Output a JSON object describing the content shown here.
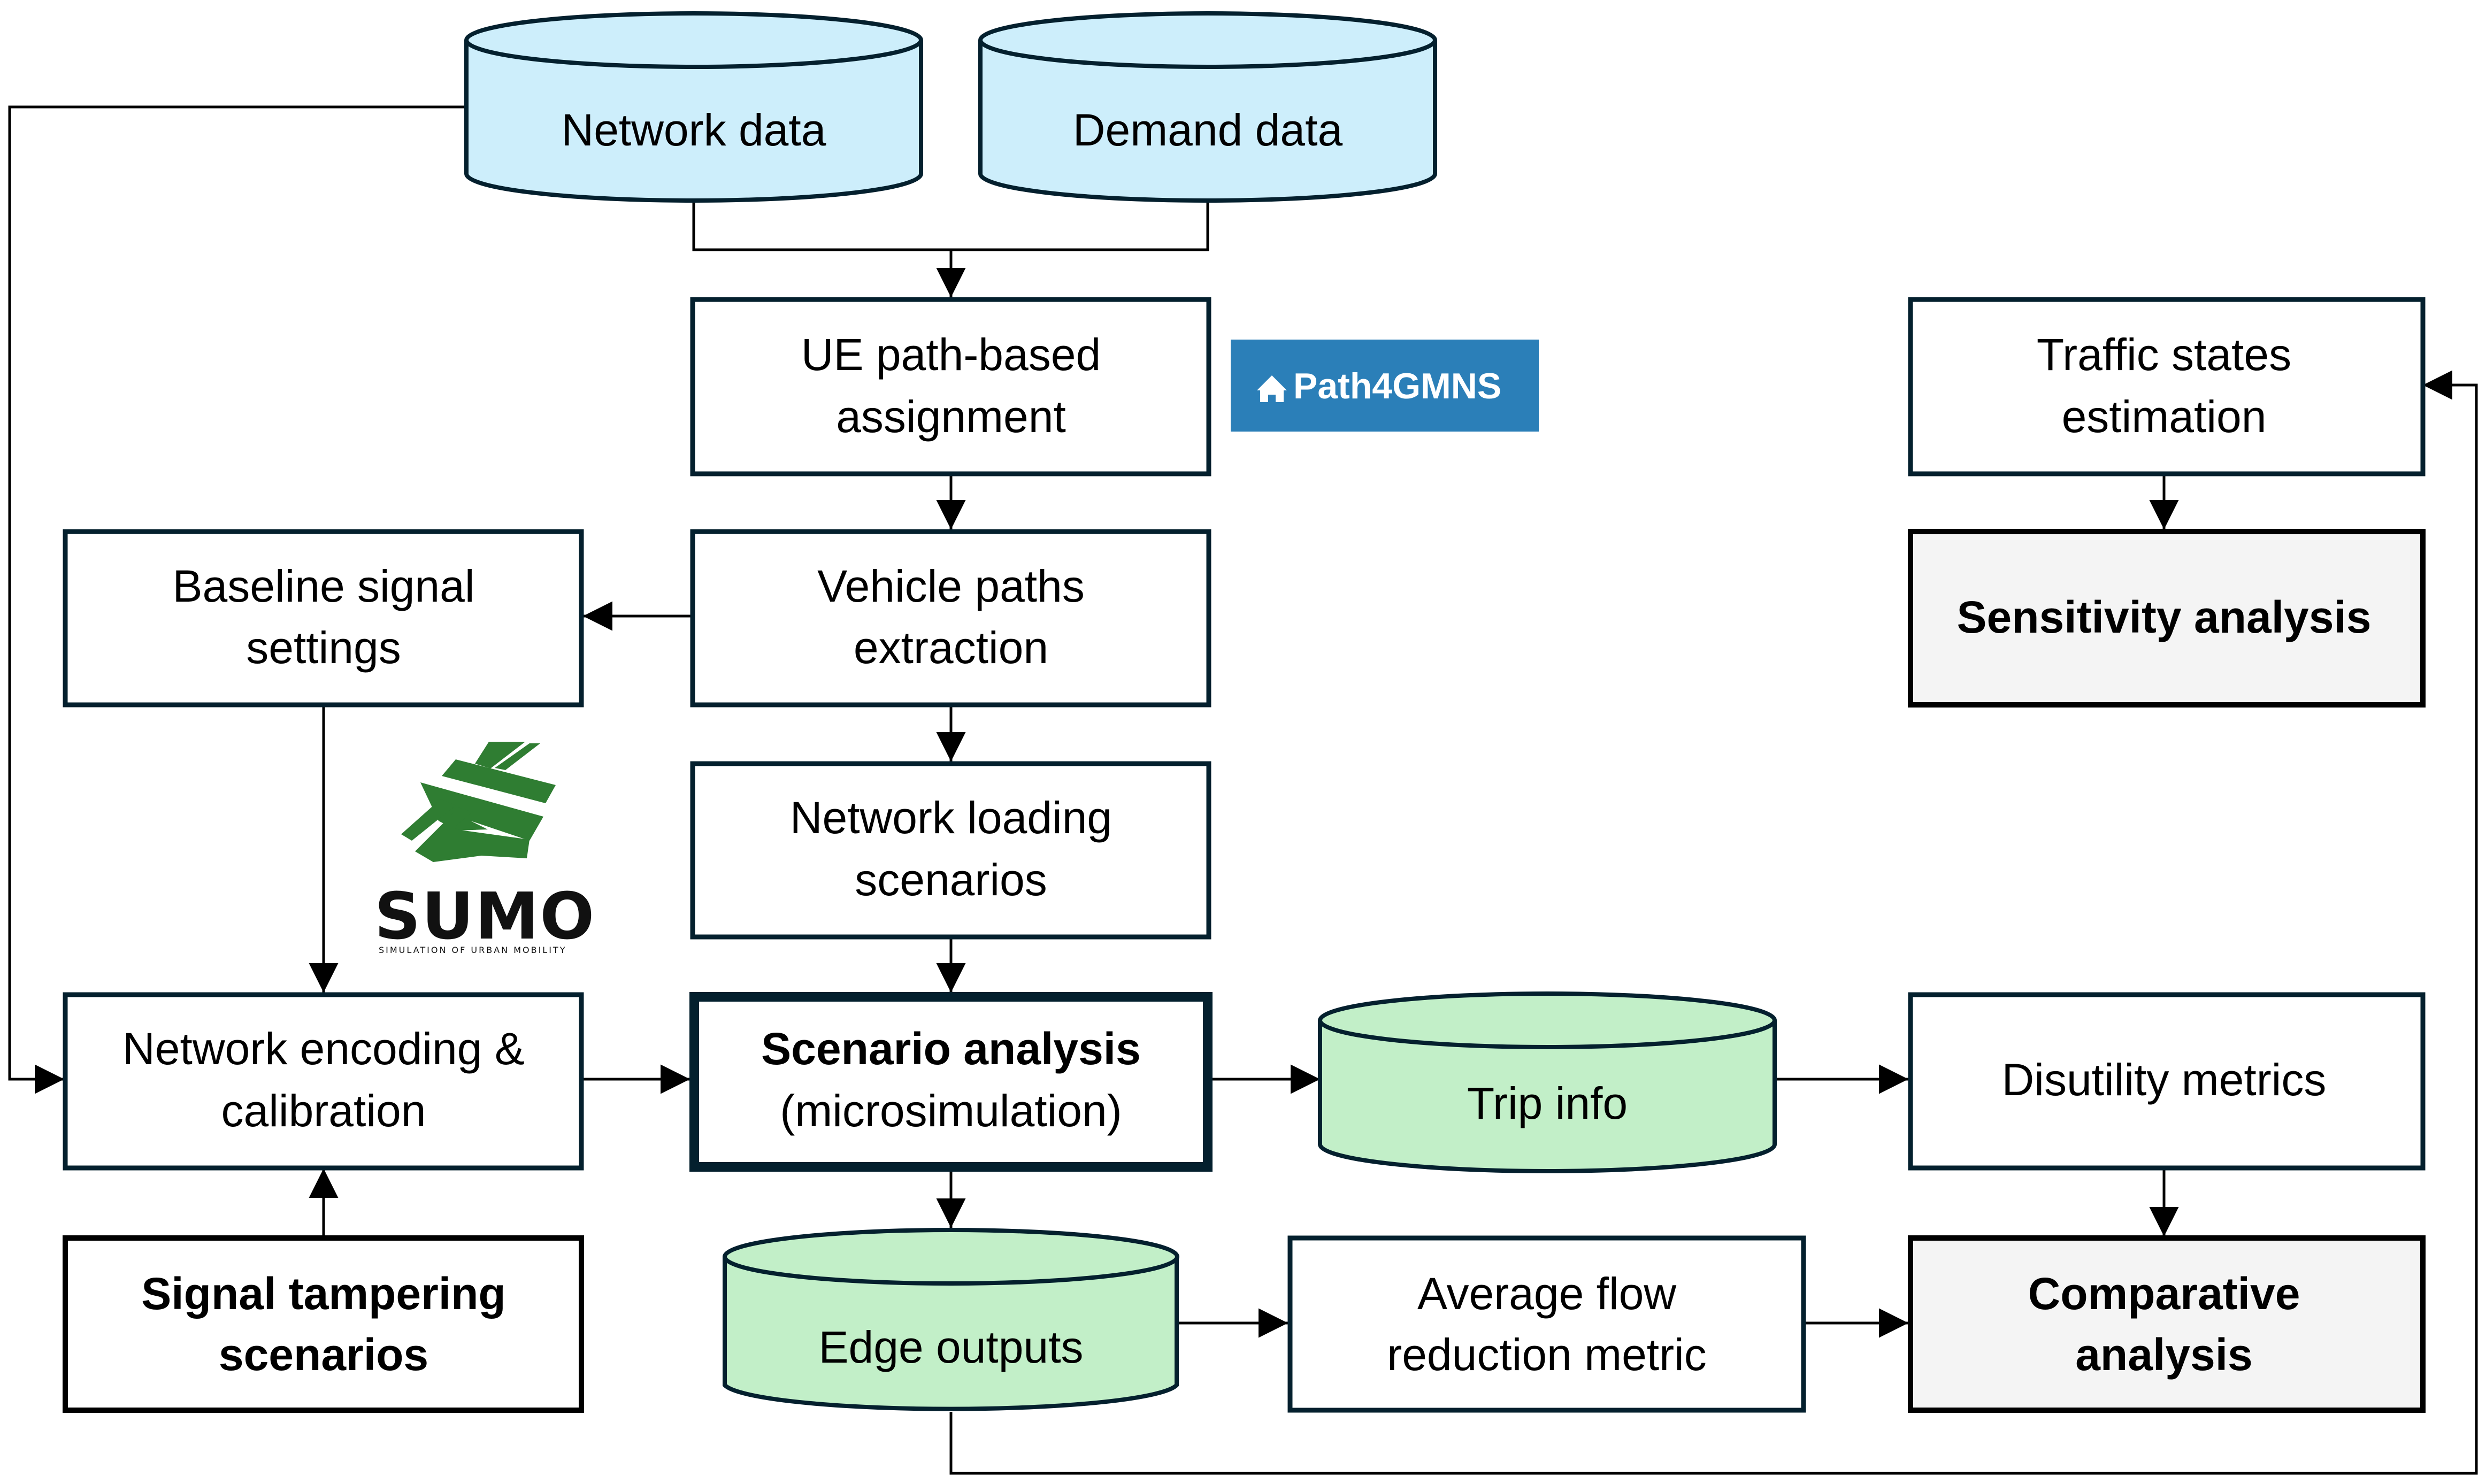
{
  "diagram": {
    "colors": {
      "stroke": "#04202e",
      "db_blue_fill": "#cdeefb",
      "db_green_fill": "#c2efc8",
      "highlight_fill": "#f4f4f4",
      "path4gmns_bg": "#2b7fb8",
      "sumo_green": "#2f7d32"
    },
    "nodes": {
      "network_data": {
        "label": [
          "Network data"
        ],
        "type": "database-blue"
      },
      "demand_data": {
        "label": [
          "Demand data"
        ],
        "type": "database-blue"
      },
      "ue_assignment": {
        "label": [
          "UE path-based",
          "assignment"
        ],
        "type": "process"
      },
      "vehicle_paths": {
        "label": [
          "Vehicle paths",
          "extraction"
        ],
        "type": "process"
      },
      "baseline_signal": {
        "label": [
          "Baseline signal",
          "settings"
        ],
        "type": "process"
      },
      "network_loading": {
        "label": [
          "Network loading",
          "scenarios"
        ],
        "type": "process"
      },
      "network_encoding": {
        "label": [
          "Network encoding &",
          "calibration"
        ],
        "type": "process"
      },
      "scenario_analysis": {
        "label": [
          "Scenario analysis",
          "(microsimulation)"
        ],
        "type": "process-emphasized"
      },
      "signal_tampering": {
        "label": [
          "Signal  tampering",
          "scenarios"
        ],
        "type": "process-bold"
      },
      "trip_info": {
        "label": [
          "Trip info"
        ],
        "type": "database-green"
      },
      "edge_outputs": {
        "label": [
          "Edge outputs"
        ],
        "type": "database-green"
      },
      "avg_flow_reduction": {
        "label": [
          "Average flow",
          "reduction metric"
        ],
        "type": "process"
      },
      "disutility_metrics": {
        "label": [
          "Disutility metrics"
        ],
        "type": "process"
      },
      "comparative_analysis": {
        "label": [
          "Comparative",
          "analysis"
        ],
        "type": "output"
      },
      "traffic_states": {
        "label": [
          "Traffic states",
          "estimation"
        ],
        "type": "process"
      },
      "sensitivity_analysis": {
        "label": [
          "Sensitivity analysis"
        ],
        "type": "output"
      }
    },
    "edges": [
      {
        "from": "network_data",
        "to": "ue_assignment"
      },
      {
        "from": "demand_data",
        "to": "ue_assignment"
      },
      {
        "from": "network_data",
        "to": "network_encoding"
      },
      {
        "from": "ue_assignment",
        "to": "vehicle_paths"
      },
      {
        "from": "vehicle_paths",
        "to": "baseline_signal"
      },
      {
        "from": "vehicle_paths",
        "to": "network_loading"
      },
      {
        "from": "baseline_signal",
        "to": "network_encoding"
      },
      {
        "from": "network_loading",
        "to": "scenario_analysis"
      },
      {
        "from": "network_encoding",
        "to": "scenario_analysis"
      },
      {
        "from": "signal_tampering",
        "to": "network_encoding"
      },
      {
        "from": "scenario_analysis",
        "to": "trip_info"
      },
      {
        "from": "scenario_analysis",
        "to": "edge_outputs"
      },
      {
        "from": "trip_info",
        "to": "disutility_metrics"
      },
      {
        "from": "disutility_metrics",
        "to": "comparative_analysis"
      },
      {
        "from": "edge_outputs",
        "to": "avg_flow_reduction"
      },
      {
        "from": "avg_flow_reduction",
        "to": "comparative_analysis"
      },
      {
        "from": "edge_outputs",
        "to": "traffic_states"
      },
      {
        "from": "traffic_states",
        "to": "sensitivity_analysis"
      }
    ],
    "logos": {
      "path4gmns": {
        "icon": "home-icon",
        "text": "Path4GMNS"
      },
      "sumo": {
        "icon": "sumo-road-icon",
        "word": "SUMO",
        "subtitle": "SIMULATION OF URBAN MOBILITY"
      }
    }
  }
}
